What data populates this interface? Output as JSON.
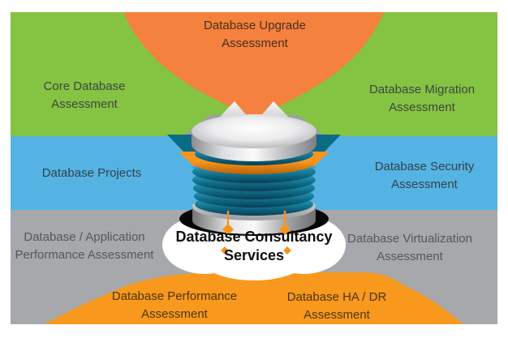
{
  "diagram": {
    "title": {
      "line1": "Database Consultancy",
      "line2": "Services"
    },
    "segments": [
      {
        "name": "database-upgrade-assessment",
        "line1": "Database Upgrade",
        "line2": "Assessment",
        "zone": "top-funnel-orange"
      },
      {
        "name": "core-database-assessment",
        "line1": "Core Database",
        "line2": "Assessment",
        "zone": "green-band-left"
      },
      {
        "name": "database-migration-assessment",
        "line1": "Database Migration",
        "line2": "Assessment",
        "zone": "green-band-right"
      },
      {
        "name": "database-projects",
        "line1": "Database Projects",
        "line2": "",
        "zone": "blue-band-left"
      },
      {
        "name": "database-security-assessment",
        "line1": "Database Security",
        "line2": "Assessment",
        "zone": "blue-band-right"
      },
      {
        "name": "database-application-performance-assessment",
        "line1": "Database / Application",
        "line2": "Performance Assessment",
        "zone": "gray-band-left"
      },
      {
        "name": "database-virtualization-assessment",
        "line1": "Database Virtualization",
        "line2": "Assessment",
        "zone": "gray-band-right"
      },
      {
        "name": "database-performance-assessment",
        "line1": "Database Performance",
        "line2": "Assessment",
        "zone": "orange-hill-left"
      },
      {
        "name": "database-ha-dr-assessment",
        "line1": "Database HA / DR",
        "line2": "Assessment",
        "zone": "orange-hill-right"
      }
    ],
    "colors": {
      "green_band": "#85C342",
      "funnel_orange": "#F5813F",
      "blue_band": "#55B3E3",
      "gray_band": "#A6A8AB",
      "hill_orange": "#F8981D",
      "ribbon_teal": "#0C6B84",
      "ribbon_orange": "#F7941E",
      "disc_teal": "#0E6681",
      "connector_diamond": "#F7941E",
      "label_cloud": "#FFFFFF",
      "title_text": "#0E0E0E"
    }
  }
}
